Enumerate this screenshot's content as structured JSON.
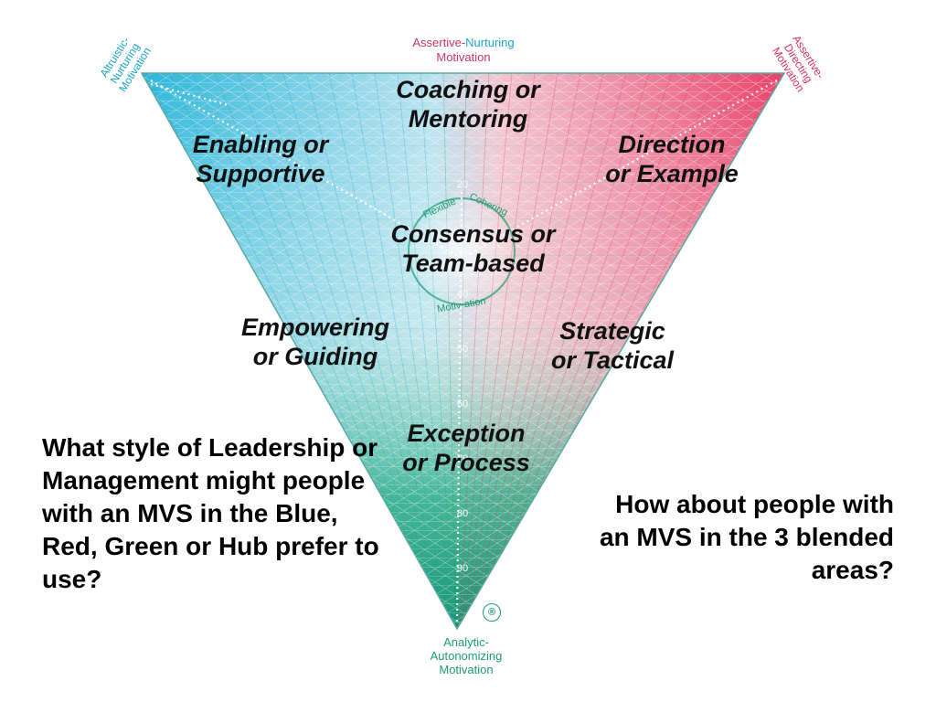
{
  "motivations": {
    "top_left": "Altruistic-\nNurturing\nMotivation",
    "top_right": "Assertive-\nDirecting\nMotivation",
    "top_center_part1": "Assertive-",
    "top_center_part2": "Nurturing",
    "top_center_line2": "Motivation",
    "bottom": "Analytic-\nAutonomizing\nMotivation"
  },
  "hub_words": {
    "flexible": "Flexible",
    "cohering": "Cohering",
    "motivation": "Motiv-ation"
  },
  "styles": {
    "coaching": "Coaching or\nMentoring",
    "enabling": "Enabling or\nSupportive",
    "direction": "Direction\nor Example",
    "consensus": "Consensus or\nTeam-based",
    "empowering": "Empowering\nor Guiding",
    "strategic": "Strategic\nor Tactical",
    "exception": "Exception\nor Process"
  },
  "scale_ticks": [
    "20",
    "30",
    "40",
    "50",
    "60",
    "70",
    "80",
    "90"
  ],
  "questions": {
    "left": "What style of Leadership or Management might people with an MVS in the Blue, Red, Green or Hub prefer to use?",
    "right": "How about people with an MVS in the 3 blended areas?"
  },
  "registered_mark": "®",
  "colors": {
    "blue": "#1aa5c8",
    "red": "#e0345e",
    "green": "#1d9b73"
  }
}
